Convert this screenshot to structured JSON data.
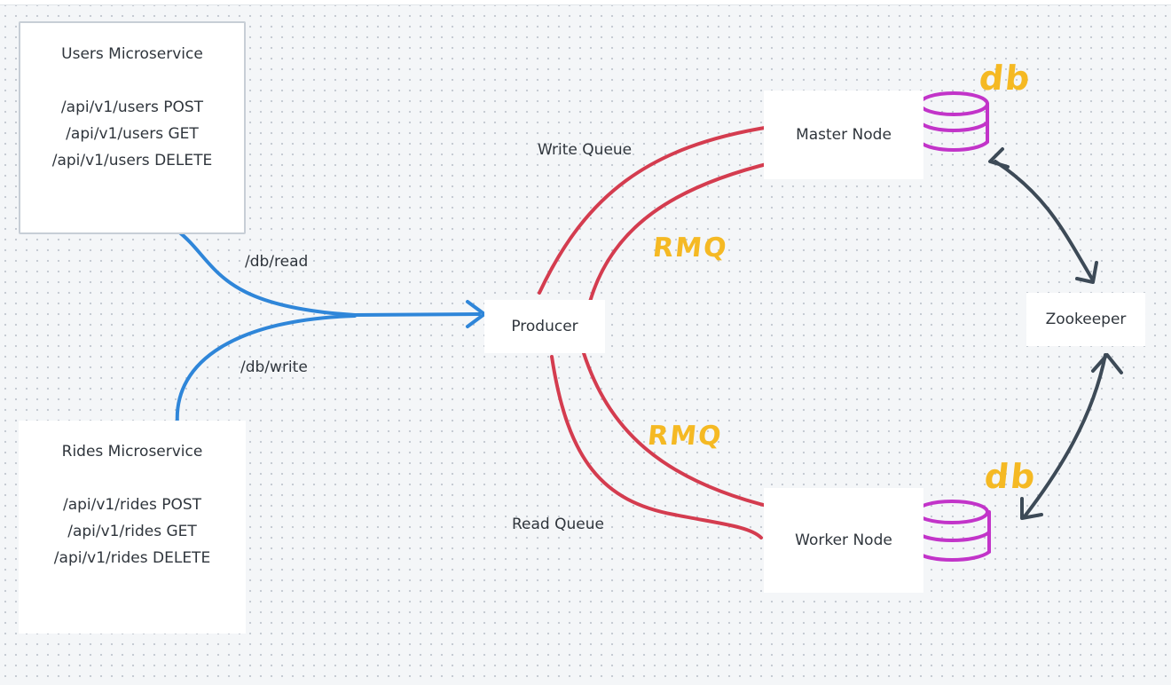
{
  "nodes": {
    "users": {
      "title": "Users Microservice",
      "endpoints": [
        "/api/v1/users POST",
        "/api/v1/users GET",
        "/api/v1/users DELETE"
      ]
    },
    "rides": {
      "title": "Rides Microservice",
      "endpoints": [
        "/api/v1/rides POST",
        "/api/v1/rides GET",
        "/api/v1/rides DELETE"
      ]
    },
    "producer": "Producer",
    "master": "Master Node",
    "worker": "Worker Node",
    "zookeeper": "Zookeeper"
  },
  "edge_labels": {
    "db_read": "/db/read",
    "db_write": "/db/write",
    "write_queue": "Write Queue",
    "read_queue": "Read Queue"
  },
  "annotations": {
    "rmq_top": "RMQ",
    "rmq_bottom": "RMQ",
    "db_master": "db",
    "db_worker": "db"
  },
  "colors": {
    "requests": "#2f86d9",
    "queues": "#d43c4f",
    "coordination": "#3d4a57",
    "database": "#c234c9",
    "notes": "#f5b923"
  }
}
